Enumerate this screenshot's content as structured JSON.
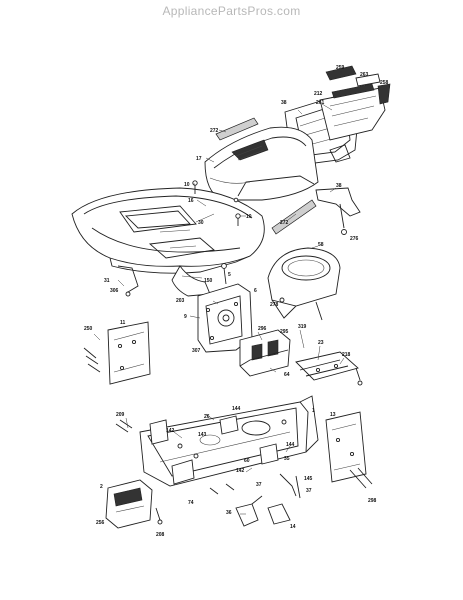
{
  "watermark": "AppliancePartsPros.com",
  "labels": [
    {
      "id": "l259",
      "text": "259"
    },
    {
      "id": "l263",
      "text": "263"
    },
    {
      "id": "l258",
      "text": "258"
    },
    {
      "id": "l212",
      "text": "212"
    },
    {
      "id": "l38",
      "text": "38"
    },
    {
      "id": "l261",
      "text": "261"
    },
    {
      "id": "l272a",
      "text": "272"
    },
    {
      "id": "l17",
      "text": "17"
    },
    {
      "id": "l10a",
      "text": "10"
    },
    {
      "id": "l16",
      "text": "16"
    },
    {
      "id": "l38b",
      "text": "38"
    },
    {
      "id": "l30",
      "text": "30"
    },
    {
      "id": "l10b",
      "text": "10"
    },
    {
      "id": "l272b",
      "text": "272"
    },
    {
      "id": "l276",
      "text": "276"
    },
    {
      "id": "l58",
      "text": "58"
    },
    {
      "id": "l31",
      "text": "31"
    },
    {
      "id": "l306",
      "text": "306"
    },
    {
      "id": "l150",
      "text": "150"
    },
    {
      "id": "l5",
      "text": "5"
    },
    {
      "id": "l203",
      "text": "203"
    },
    {
      "id": "l6",
      "text": "6"
    },
    {
      "id": "l9",
      "text": "9"
    },
    {
      "id": "l278",
      "text": "278"
    },
    {
      "id": "l250",
      "text": "250"
    },
    {
      "id": "l11",
      "text": "11"
    },
    {
      "id": "l296",
      "text": "296"
    },
    {
      "id": "l295",
      "text": "295"
    },
    {
      "id": "l307",
      "text": "307"
    },
    {
      "id": "l319",
      "text": "319"
    },
    {
      "id": "l23",
      "text": "23"
    },
    {
      "id": "l64",
      "text": "64"
    },
    {
      "id": "l218",
      "text": "218"
    },
    {
      "id": "l209",
      "text": "209"
    },
    {
      "id": "l144a",
      "text": "144"
    },
    {
      "id": "l1",
      "text": "1"
    },
    {
      "id": "l26",
      "text": "26"
    },
    {
      "id": "l142a",
      "text": "142"
    },
    {
      "id": "l143",
      "text": "143"
    },
    {
      "id": "l13",
      "text": "13"
    },
    {
      "id": "l144b",
      "text": "144"
    },
    {
      "id": "l35",
      "text": "35"
    },
    {
      "id": "l142b",
      "text": "142"
    },
    {
      "id": "l60",
      "text": "60"
    },
    {
      "id": "l145",
      "text": "145"
    },
    {
      "id": "l37a",
      "text": "37"
    },
    {
      "id": "l37b",
      "text": "37"
    },
    {
      "id": "l2",
      "text": "2"
    },
    {
      "id": "l74",
      "text": "74"
    },
    {
      "id": "l298",
      "text": "298"
    },
    {
      "id": "l256",
      "text": "256"
    },
    {
      "id": "l208",
      "text": "208"
    },
    {
      "id": "l36",
      "text": "36"
    },
    {
      "id": "l14",
      "text": "14"
    }
  ]
}
